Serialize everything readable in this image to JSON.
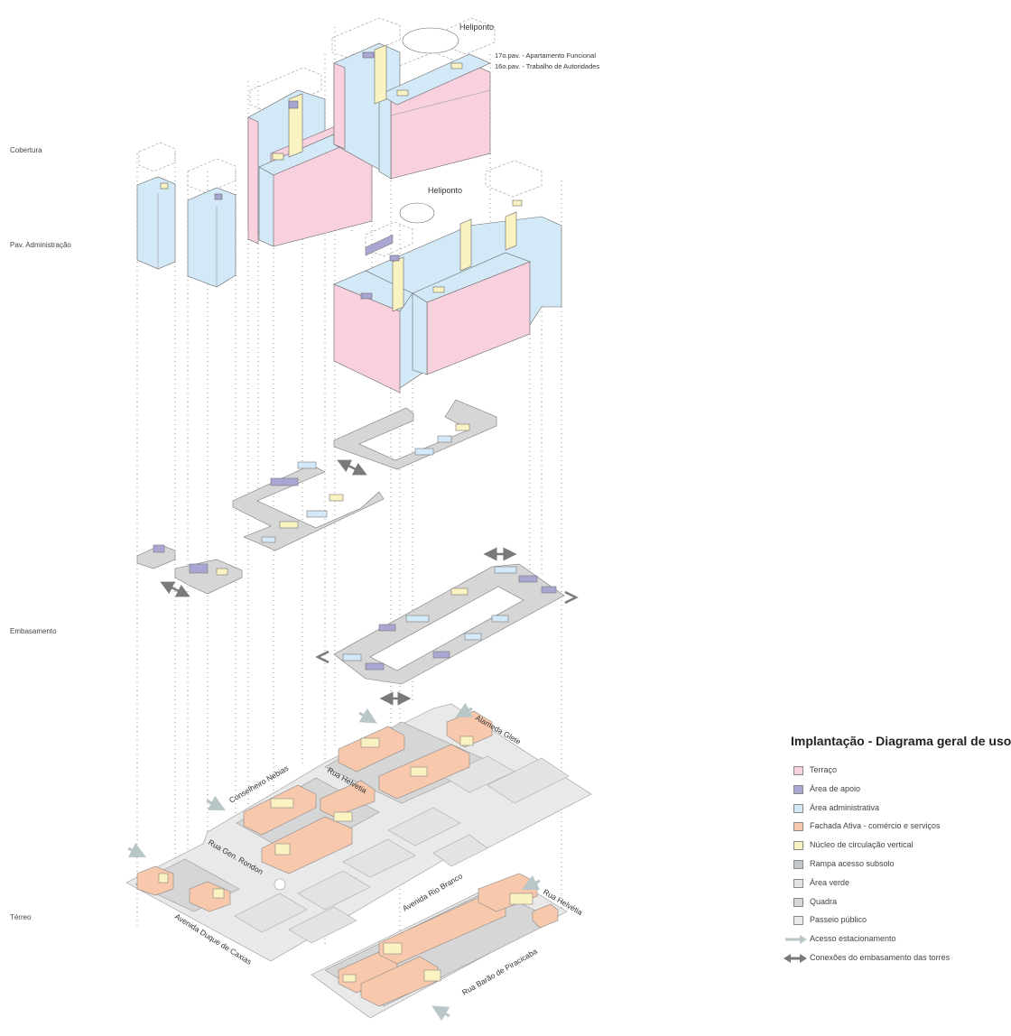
{
  "levels": {
    "cobertura": "Cobertura",
    "administracao": "Pav. Administração",
    "embasamento": "Embasamento",
    "terreo": "Térreo"
  },
  "annotations": {
    "heliponto_top": "Heliponto",
    "heliponto_mid": "Heliponto",
    "floor_17": "17o.pav. - Apartamento Funcional",
    "floor_16": "16o.pav. - Trabalho de Autoridades"
  },
  "streets": {
    "conselheiro_nebias": "Conselheiro Nebias",
    "rua_helvetia_1": "Rua Helvetia",
    "alameda_glete": "Alameda Glete",
    "rua_gen_rondon": "Rua Gen. Rondon",
    "avenida_rio_branco": "Avenida Rio Branco",
    "rua_helvetia_2": "Rua Helvétia",
    "avenida_duque_de_caxias": "Avenida Duque de Caxias",
    "rua_barao_de_piracicaba": "Rua Barão de Piracicaba"
  },
  "legend": {
    "title": "Implantação - Diagrama geral de usos",
    "items": [
      {
        "label": "Terraço",
        "color": "#f9d0dd",
        "kind": "swatch"
      },
      {
        "label": "Área de apoio",
        "color": "#a9a6d3",
        "kind": "swatch"
      },
      {
        "label": "Área administrativa",
        "color": "#d3e9f7",
        "kind": "swatch"
      },
      {
        "label": "Fachada Ativa - comércio e serviços",
        "color": "#f8c8ad",
        "kind": "swatch"
      },
      {
        "label": "Núcleo de circulação vertical",
        "color": "#faf2c0",
        "kind": "swatch"
      },
      {
        "label": "Rampa acesso subsolo",
        "color": "#c4c7ca",
        "kind": "swatch"
      },
      {
        "label": "Área verde",
        "color": "#e3e3e3",
        "kind": "swatch"
      },
      {
        "label": "Quadra",
        "color": "#d6d6d6",
        "kind": "swatch"
      },
      {
        "label": "Passeio público",
        "color": "#e9e9e9",
        "kind": "swatch"
      },
      {
        "label": "Acesso estacionamento",
        "color": "#b8c6c8",
        "kind": "arrow"
      },
      {
        "label": "Conexões do embasamento das torres",
        "color": "#7a7a7a",
        "kind": "double-arrow"
      }
    ]
  },
  "colors": {
    "terraco": "#f9d0dd",
    "apoio": "#a9a6d3",
    "administrativa": "#d3e9f7",
    "fachada": "#f8c8ad",
    "nucleo": "#faf2c0",
    "quadra": "#d6d6d6",
    "passeio": "#e9e9e9",
    "arrow_dark": "#7a7a7a",
    "arrow_light": "#b8c6c8"
  }
}
